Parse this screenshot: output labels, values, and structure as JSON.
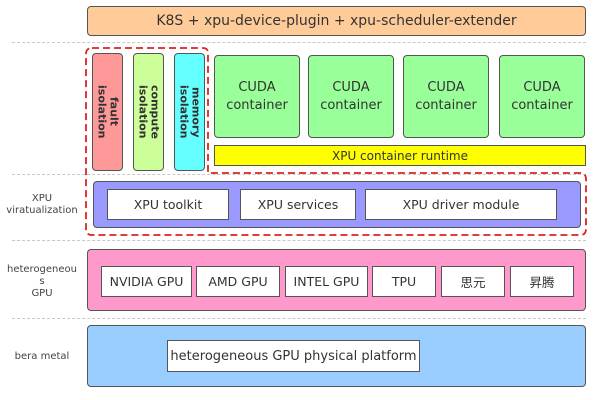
{
  "title": "K8S + xpu-device-plugin + xpu-scheduler-extender",
  "layers": {
    "xpu_virtualization": "XPU\nviratualization",
    "heterogeneous_gpu": "heterogeneou\ns\nGPU",
    "bare_metal": "bera metal"
  },
  "isolation": [
    {
      "label": "fault\nisolation",
      "color": "#ff9999"
    },
    {
      "label": "compute\nisolation",
      "color": "#ccff99"
    },
    {
      "label": "memory\nisolation",
      "color": "#66ffff"
    }
  ],
  "containers": [
    {
      "line1": "CUDA",
      "line2": "container"
    },
    {
      "line1": "CUDA",
      "line2": "container"
    },
    {
      "line1": "CUDA",
      "line2": "container"
    },
    {
      "line1": "CUDA",
      "line2": "container"
    }
  ],
  "runtime": "XPU container runtime",
  "virtualization_components": [
    "XPU toolkit",
    "XPU services",
    "XPU driver module"
  ],
  "gpus": [
    "NVIDIA GPU",
    "AMD GPU",
    "INTEL GPU",
    "TPU",
    "思元",
    "昇腾"
  ],
  "platform": "heterogeneous GPU physical platform",
  "colors": {
    "k8s": "#ffcc99",
    "cuda": "#99ff99",
    "runtime": "#ffff00",
    "virtualization": "#9999ff",
    "gpu_layer": "#ff99cc",
    "platform_layer": "#99ccff",
    "outline": "#dd2222"
  }
}
